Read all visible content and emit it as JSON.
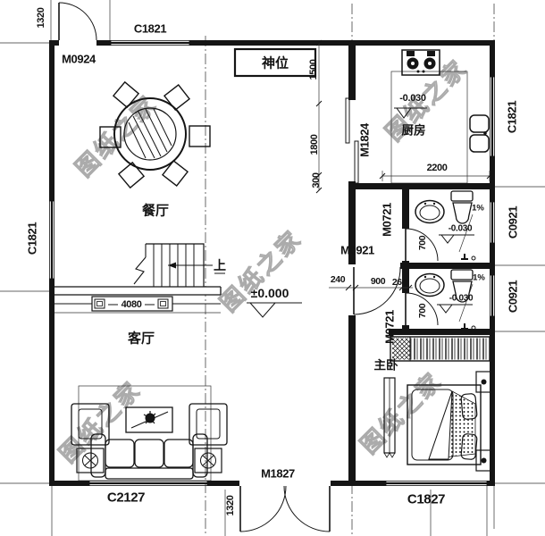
{
  "plan": {
    "watermark": "图纸之家",
    "rooms": {
      "dining": "餐厅",
      "living": "客厅",
      "kitchen": "厨房",
      "bedroom": "主卧",
      "shrine": "神位",
      "stairs_up": "上"
    },
    "doors": {
      "entry": "M0924",
      "kitchen_slide": "M1824",
      "hall": "M0921",
      "bath_upper": "M0721",
      "bath_lower": "M0721",
      "main_entrance": "M1827"
    },
    "windows": {
      "top": "C1821",
      "left": "C1821",
      "kitchen": "C1821",
      "bath_upper": "C0921",
      "bath_lower": "C0921",
      "living": "C2127",
      "bedroom": "C1827"
    },
    "dims": {
      "entry_side": "1320",
      "shrine_depth": "1500",
      "kitchen_door": "1800",
      "wall_seg": "300",
      "kitchen_width": "2200",
      "bath_upper_door": "700",
      "bath_lower_door": "700",
      "hall_wall_a": "240",
      "hall_door": "900",
      "hall_wall_b": "260",
      "tv_cabinet": "4080",
      "entrance_side": "1320"
    },
    "levels": {
      "ground": "±0.000",
      "kitchen": "-0.030",
      "bath_upper": "-0.030",
      "bath_lower": "-0.030"
    },
    "slopes": {
      "bath_upper": "1%",
      "bath_lower": "1%"
    }
  }
}
